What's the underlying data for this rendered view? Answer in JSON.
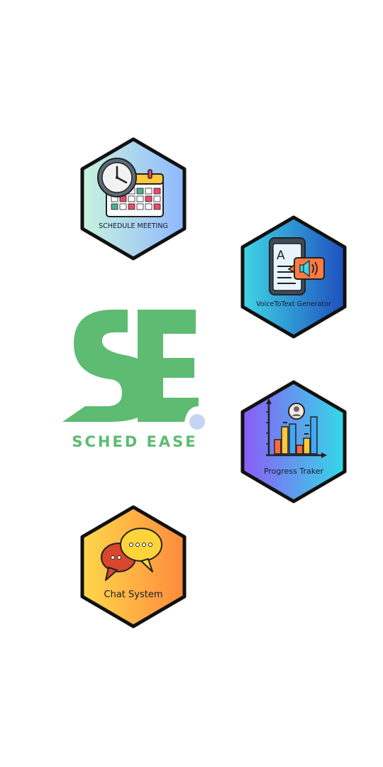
{
  "brand": {
    "monogram": "SE",
    "name": "SCHED EASE",
    "color": "#5dbb72",
    "dot_color": "#c5d4f4"
  },
  "features": [
    {
      "id": "schedule",
      "label": "SCHEDULE MEETING",
      "icon": "calendar-clock-icon",
      "gradient": [
        "#c9f3dd",
        "#8fb8ff"
      ]
    },
    {
      "id": "voice",
      "label": "VoiceToText Generator",
      "icon": "phone-speaker-icon",
      "gradient": [
        "#3fd6e6",
        "#1f4fbf"
      ]
    },
    {
      "id": "progress",
      "label": "Progress Traker",
      "icon": "bar-chart-user-icon",
      "gradient": [
        "#8b5cf6",
        "#34d9e6"
      ]
    },
    {
      "id": "chat",
      "label": "Chat System",
      "icon": "chat-bubbles-icon",
      "gradient": [
        "#ffd84a",
        "#ff8a3d"
      ]
    }
  ]
}
